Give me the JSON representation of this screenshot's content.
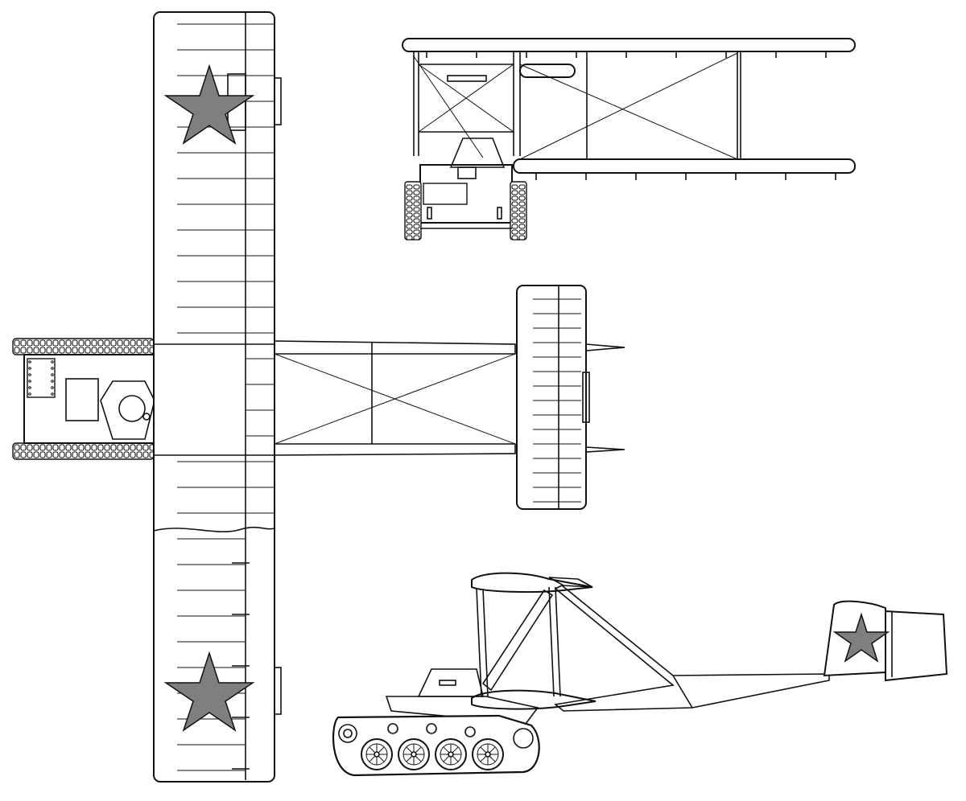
{
  "colors": {
    "background": "#ffffff",
    "line": "#111111",
    "star_fill": "#7f7f7f"
  },
  "views": [
    "plan-view",
    "front-view",
    "side-view"
  ],
  "icons": {
    "insignia": "star-icon",
    "wheel": "wheel-icon",
    "track": "track-icon"
  }
}
